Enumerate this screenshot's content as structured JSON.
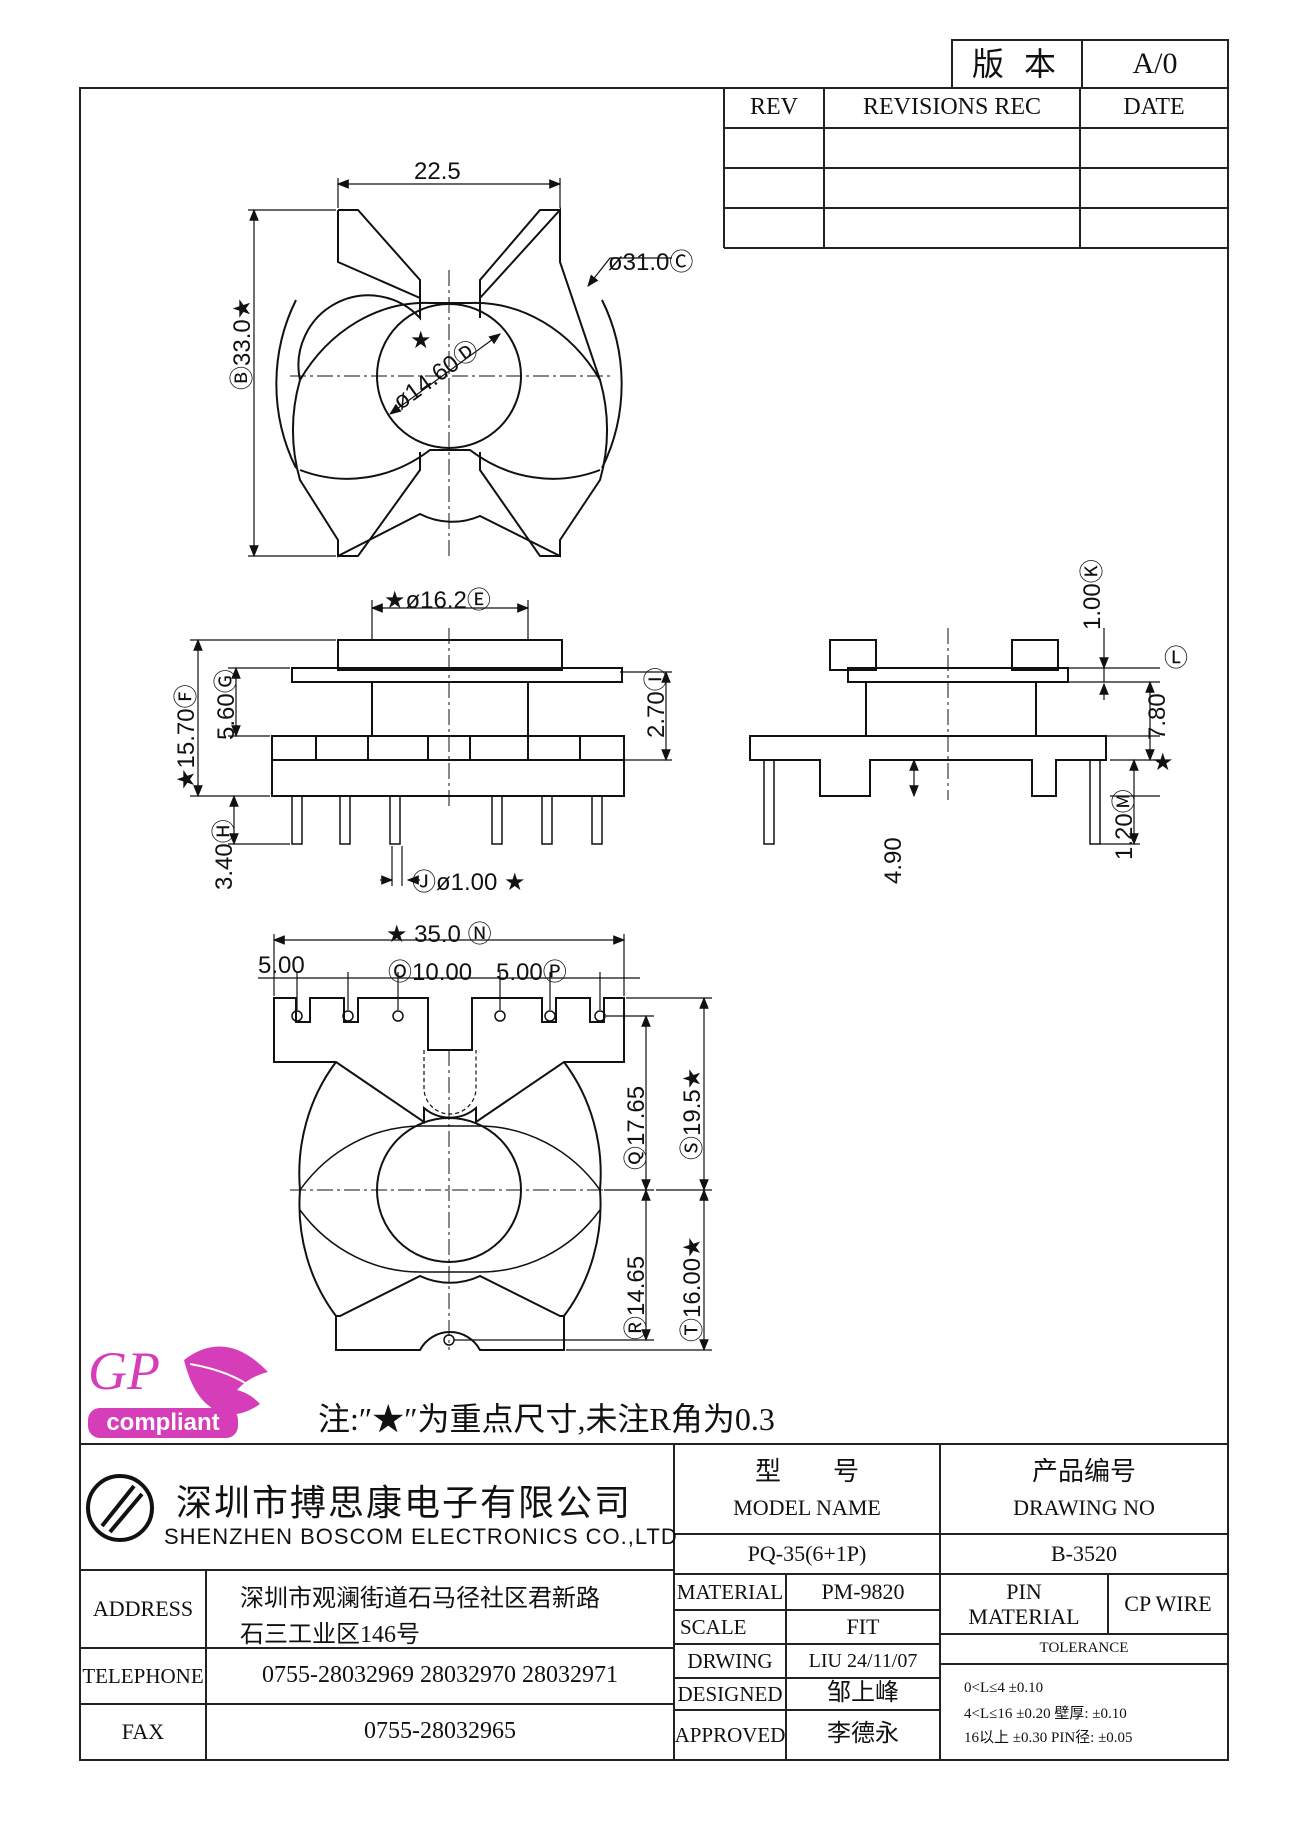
{
  "version_box": {
    "label": "版 本",
    "value": "A/0"
  },
  "revisions": {
    "headers": [
      "REV",
      "REVISIONS REC",
      "DATE"
    ],
    "rows": [
      [
        "",
        "",
        ""
      ],
      [
        "",
        "",
        ""
      ],
      [
        "",
        "",
        ""
      ]
    ]
  },
  "dimensions": {
    "top_view": {
      "width": "22.5",
      "outer_dia": "ø31.0Ⓒ",
      "height": "Ⓑ33.0★",
      "center_dia": "ø14.60Ⓓ",
      "star": "★"
    },
    "front_view": {
      "dia": "★ø16.2Ⓔ",
      "total_h": "★15.70Ⓕ",
      "flange_h": "5.60Ⓖ",
      "pin_len": "3.40Ⓗ",
      "right_h": "2.70Ⓘ",
      "pin_dia": "Ⓙø1.00 ★"
    },
    "side_view": {
      "k": "1.00Ⓚ",
      "l": "Ⓛ",
      "h": "7.80",
      "star": "★",
      "m": "1.20Ⓜ",
      "base": "4.90"
    },
    "bottom_view": {
      "width": "★ 35.0 Ⓝ",
      "p1": "5.00",
      "p2": "Ⓞ10.00",
      "p3": "5.00Ⓟ",
      "q": "Ⓠ17.65",
      "s": "Ⓢ19.5★",
      "r": "Ⓡ14.65",
      "t": "Ⓣ16.00★"
    }
  },
  "logo": {
    "gp": "GP",
    "compliant": "compliant"
  },
  "note": "注:″★″为重点尺寸,未注R角为0.3",
  "company": {
    "cn": "深圳市搏思康电子有限公司",
    "en": "SHENZHEN BOSCOM ELECTRONICS CO.,LTD"
  },
  "model": {
    "label_cn": "型　　号",
    "label_en": "MODEL NAME",
    "value": "PQ-35(6+1P)"
  },
  "drawing_no": {
    "label_cn": "产品编号",
    "label_en": "DRAWING NO",
    "value": "B-3520"
  },
  "contact": {
    "address_label": "ADDRESS",
    "address_1": "深圳市观澜街道石马径社区君新路",
    "address_2": "石三工业区146号",
    "telephone_label": "TELEPHONE",
    "telephone": "0755-28032969 28032970 28032971",
    "fax_label": "FAX",
    "fax": "0755-28032965"
  },
  "specs": {
    "material_label": "MATERIAL",
    "material": "PM-9820",
    "scale_label": "SCALE",
    "scale": "FIT",
    "drawing_label": "DRWING",
    "drawing": "LIU 24/11/07",
    "designed_label": "DESIGNED",
    "designed": "邹上峰",
    "approved_label": "APPROVED",
    "approved": "李德永",
    "pin_label": "PIN MATERIAL",
    "pin": "CP WIRE"
  },
  "tolerance": {
    "label": "TOLERANCE",
    "line1": "0<L≤4 ±0.10",
    "line2": "4<L≤16 ±0.20  壁厚: ±0.10",
    "line3": "16以上 ±0.30  PIN径: ±0.05"
  }
}
